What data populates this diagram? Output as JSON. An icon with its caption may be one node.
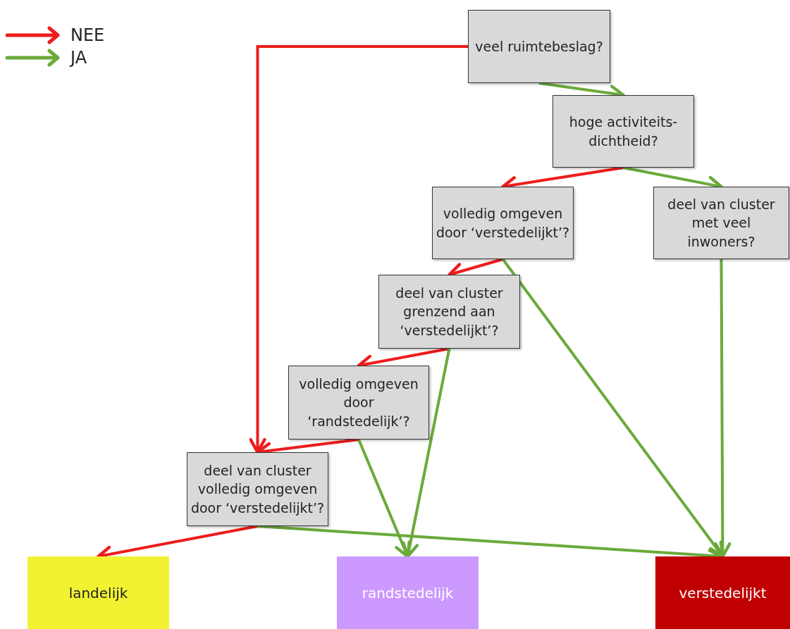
{
  "diagram": {
    "nodes": [
      {
        "text": [
          "veel ruimtebeslag?"
        ]
      },
      {
        "text": [
          "hoge activiteits-dichtheid?"
        ]
      },
      {
        "text": [
          "volledig omgeven door ‘verstedelijkt’?"
        ]
      },
      {
        "text": [
          "deel van cluster met veel inwoners?"
        ]
      },
      {
        "text": [
          "deel van cluster grenzend aan ‘verstedelijkt’?"
        ]
      },
      {
        "text": [
          "volledig omgeven door ‘randstedelijk’?"
        ]
      },
      {
        "text": [
          "deel van cluster volledig omgeven door ‘verstedelijkt’?"
        ]
      },
      {
        "text": [
          "landelijk"
        ]
      },
      {
        "text": [
          "randstedelijk"
        ]
      },
      {
        "text": [
          "verstedelijkt"
        ]
      }
    ],
    "edges": [
      {
        "from": 0,
        "to": 6,
        "arrow": "to",
        "color": "#ee1c1c"
      },
      {
        "from": 0,
        "to": 1,
        "arrow": "to",
        "color": "#6aaa3a"
      },
      {
        "from": 1,
        "to": 2,
        "arrow": "to",
        "color": "#ee1c1c"
      },
      {
        "from": 1,
        "to": 3,
        "arrow": "to",
        "color": "#6aaa3a"
      },
      {
        "from": 2,
        "to": 4,
        "arrow": "to",
        "color": "#ee1c1c"
      },
      {
        "from": 2,
        "to": 9,
        "arrow": "to",
        "color": "#6aaa3a"
      },
      {
        "from": 3,
        "to": 9,
        "arrow": "to",
        "color": "#6aaa3a"
      },
      {
        "from": 4,
        "to": 5,
        "arrow": "to",
        "color": "#ee1c1c"
      },
      {
        "from": 4,
        "to": 8,
        "arrow": "to",
        "color": "#6aaa3a"
      },
      {
        "from": 5,
        "to": 6,
        "arrow": "to",
        "color": "#ee1c1c"
      },
      {
        "from": 5,
        "to": 8,
        "arrow": "to",
        "color": "#6aaa3a"
      },
      {
        "from": 6,
        "to": 7,
        "arrow": "to",
        "color": "#ee1c1c"
      },
      {
        "from": 6,
        "to": 9,
        "arrow": "to",
        "color": "#6aaa3a"
      }
    ],
    "legend": [
      {
        "text": "NEE"
      },
      {
        "text": "JA"
      }
    ]
  }
}
